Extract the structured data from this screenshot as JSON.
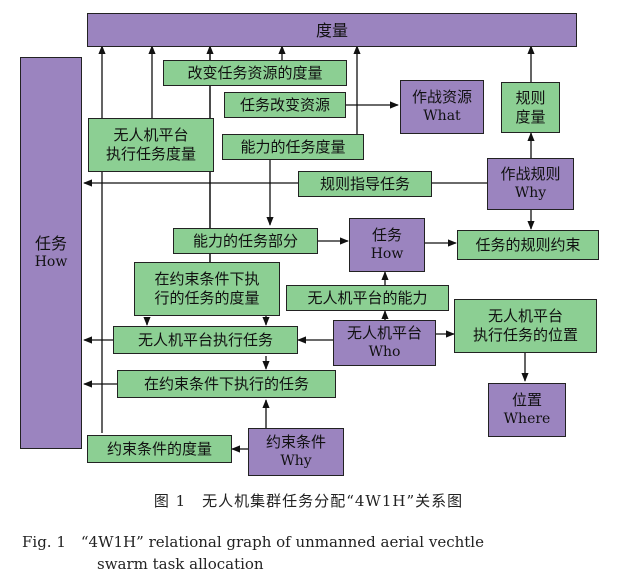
{
  "colors": {
    "purple": "#9b84bf",
    "green": "#8ccf93",
    "line": "#111111"
  },
  "nodes": {
    "measure": {
      "label": "度量"
    },
    "task_how": {
      "line1": "任务",
      "line2": "How"
    },
    "change_resource_measure": {
      "label": "改变任务资源的度量"
    },
    "task_change_resource": {
      "label": "任务改变资源"
    },
    "combat_resource": {
      "line1": "作战资源",
      "line2": "What"
    },
    "rule_measure": {
      "line1": "规则",
      "line2": "度量"
    },
    "uav_exec_measure": {
      "line1": "无人机平台",
      "line2": "执行任务度量"
    },
    "capability_task_measure": {
      "label": "能力的任务度量"
    },
    "rule_guide_task": {
      "label": "规则指导任务"
    },
    "combat_rule": {
      "line1": "作战规则",
      "line2": "Why"
    },
    "capability_task_part": {
      "label": "能力的任务部分"
    },
    "task_how_center": {
      "line1": "任务",
      "line2": "How"
    },
    "task_rule_constraint": {
      "label": "任务的规则约束"
    },
    "constrained_exec_measure": {
      "line1": "在约束条件下执",
      "line2": "行的任务的度量"
    },
    "uav_capability": {
      "label": "无人机平台的能力"
    },
    "uav_exec_location": {
      "line1": "无人机平台",
      "line2": "执行任务的位置"
    },
    "uav_exec_task": {
      "label": "无人机平台执行任务"
    },
    "uav_who": {
      "line1": "无人机平台",
      "line2": "Who"
    },
    "constrained_exec_task": {
      "label": "在约束条件下执行的任务"
    },
    "location_where": {
      "line1": "位置",
      "line2": "Where"
    },
    "constraint_measure": {
      "label": "约束条件的度量"
    },
    "constraint_why": {
      "line1": "约束条件",
      "line2": "Why"
    }
  },
  "caption": {
    "zh": "图 1　无人机集群任务分配“4W1H”关系图",
    "en_line1": "Fig. 1　“4W1H” relational graph of unmanned aerial vechtle",
    "en_line2": "swarm task allocation"
  }
}
